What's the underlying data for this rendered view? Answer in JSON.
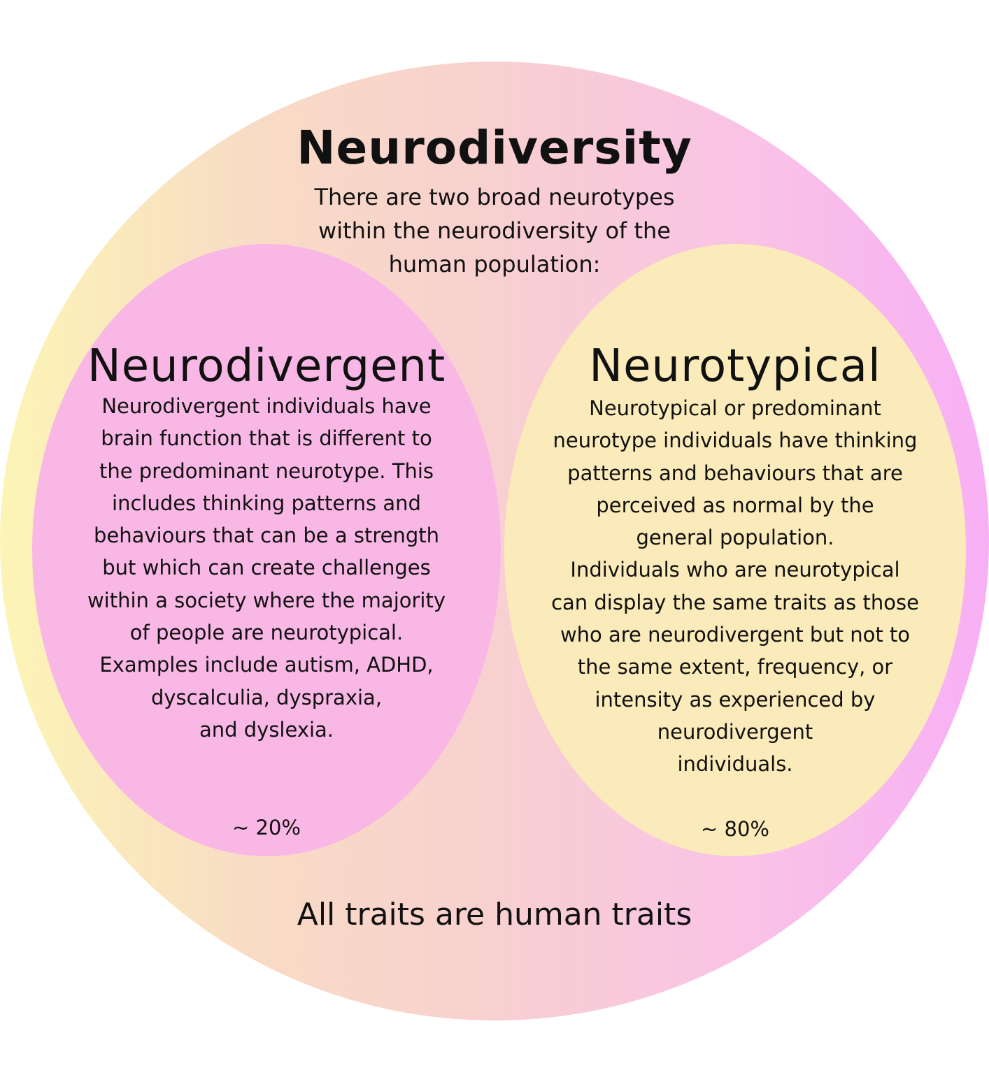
{
  "diagram": {
    "title": "Neurodiversity",
    "intro": "There are two broad neurotypes\nwithin the neurodiversity of the\nhuman population:",
    "groups": [
      {
        "title": "Neurodivergent",
        "description": "Neurodivergent individuals have\nbrain function that is different to\nthe predominant neurotype. This\nincludes thinking patterns and\nbehaviours that can be a strength\nbut which can create challenges\nwithin a society where the majority\nof people are neurotypical.\nExamples include autism, ADHD,\ndyscalculia, dyspraxia,\nand dyslexia.",
        "percentage": "~ 20%",
        "color": "#f9b7e6"
      },
      {
        "title": "Neurotypical",
        "description": "Neurotypical or predominant\nneurotype individuals have thinking\npatterns and behaviours that are\nperceived as normal by the\ngeneral population.\nIndividuals who are neurotypical\ncan display the same traits as those\nwho are neurodivergent but not to\nthe same extent, frequency, or\nintensity as experienced by\nneurodivergent\nindividuals.",
        "percentage": "~ 80%",
        "color": "#fbebba"
      }
    ],
    "footer": "All traits are human traits",
    "outer_gradient": [
      "#fcf5b6",
      "#f8dcc4",
      "#f8d0d0",
      "#f9c3e6",
      "#f8b0f5"
    ]
  }
}
